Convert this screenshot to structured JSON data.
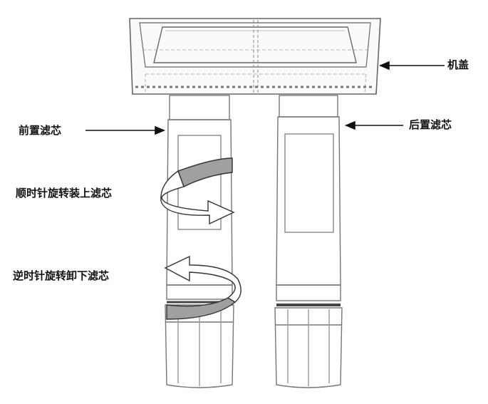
{
  "labels": {
    "cover": "机盖",
    "front_filter": "前置滤芯",
    "rear_filter": "后置滤芯",
    "clockwise_install": "顺时针旋转装上滤芯",
    "counterclockwise_remove": "逆时针旋转卸下滤芯"
  },
  "colors": {
    "line": "#777777",
    "dark": "#333333",
    "arrow_band": "#a0a0a0",
    "background": "#ffffff"
  }
}
